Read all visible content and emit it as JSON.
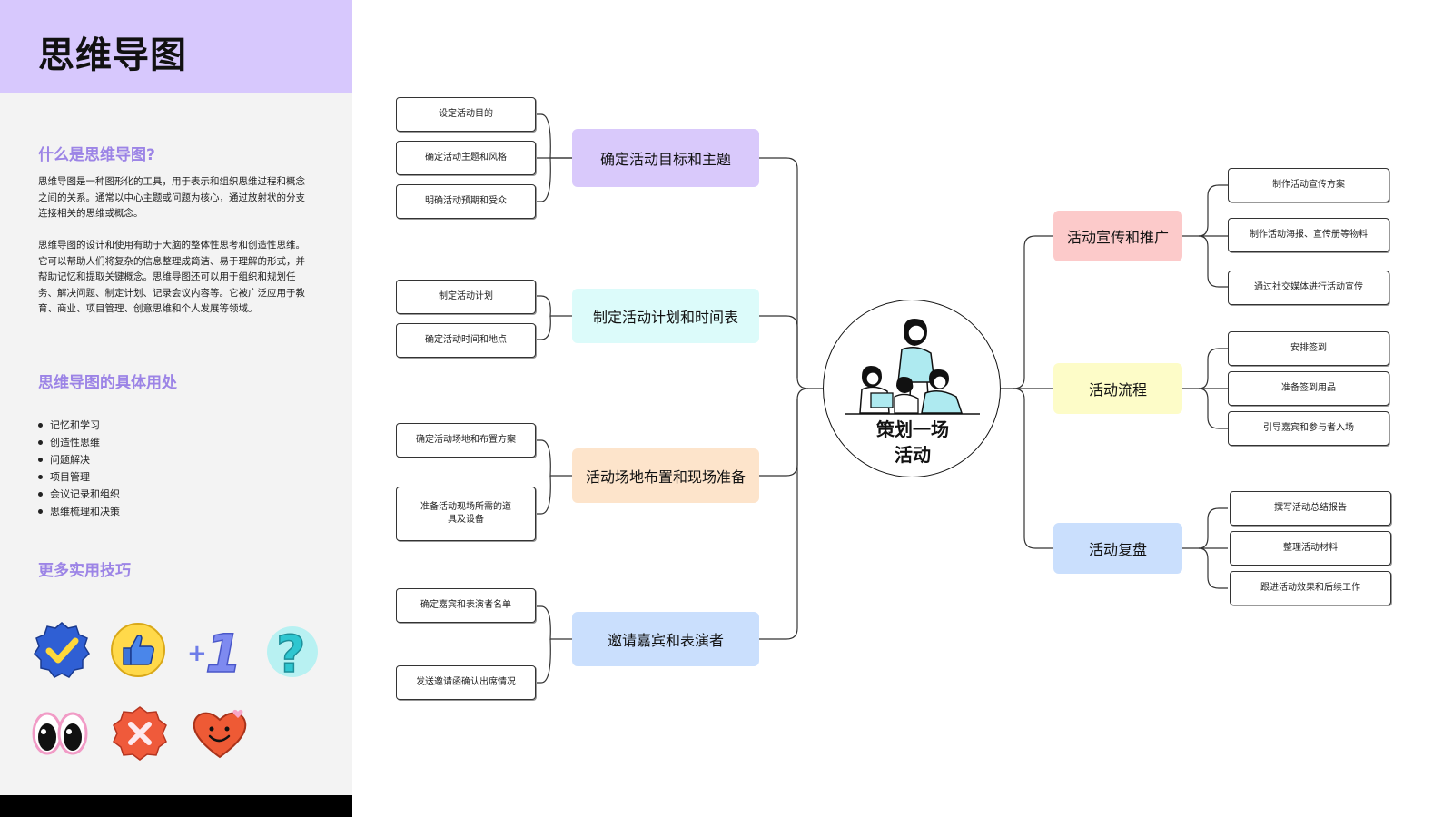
{
  "sidebar": {
    "title": "思维导图",
    "section1_heading": "什么是思维导图?",
    "para1": "思维导图是一种图形化的工具，用于表示和组织思维过程和概念之间的关系。通常以中心主题或问题为核心，通过放射状的分支连接相关的思维或概念。",
    "para2": "思维导图的设计和使用有助于大脑的整体性思考和创造性思维。它可以帮助人们将复杂的信息整理成简洁、易于理解的形式，并帮助记忆和提取关键概念。思维导图还可以用于组织和规划任务、解决问题、制定计划、记录会议内容等。它被广泛应用于教育、商业、项目管理、创意思维和个人发展等领域。",
    "section2_heading": "思维导图的具体用处",
    "uses": [
      "记忆和学习",
      "创造性思维",
      "问题解决",
      "项目管理",
      "会议记录和组织",
      "思维梳理和决策"
    ],
    "section3_heading": "更多实用技巧",
    "stickers": [
      "checkmark-badge-icon",
      "thumbs-up-icon",
      "plus-one-icon",
      "question-mark-icon",
      "eyes-icon",
      "x-mark-badge-icon",
      "smiling-heart-icon"
    ]
  },
  "mindmap": {
    "center": "策划一场活动",
    "center_icon": "people-illustration",
    "left_branches": [
      {
        "label": "确定活动目标和主题",
        "color": "#d9c9fb",
        "children": [
          "设定活动目的",
          "确定活动主题和风格",
          "明确活动预期和受众"
        ]
      },
      {
        "label": "制定活动计划和时间表",
        "color": "#dcfbfa",
        "children": [
          "制定活动计划",
          "确定活动时间和地点"
        ]
      },
      {
        "label": "活动场地布置和现场准备",
        "color": "#fde4cb",
        "children": [
          "确定活动场地和布置方案",
          "准备活动现场所需的道具及设备"
        ]
      },
      {
        "label": "邀请嘉宾和表演者",
        "color": "#cadffd",
        "children": [
          "确定嘉宾和表演者名单",
          "发送邀请函确认出席情况"
        ]
      }
    ],
    "right_branches": [
      {
        "label": "活动宣传和推广",
        "color": "#fccaca",
        "children": [
          "制作活动宣传方案",
          "制作活动海报、宣传册等物料",
          "通过社交媒体进行活动宣传"
        ]
      },
      {
        "label": "活动流程",
        "color": "#fdfcc8",
        "children": [
          "安排签到",
          "准备签到用品",
          "引导嘉宾和参与者入场"
        ]
      },
      {
        "label": "活动复盘",
        "color": "#cadffd",
        "children": [
          "撰写活动总结报告",
          "整理活动材料",
          "跟进活动效果和后续工作"
        ]
      }
    ]
  }
}
